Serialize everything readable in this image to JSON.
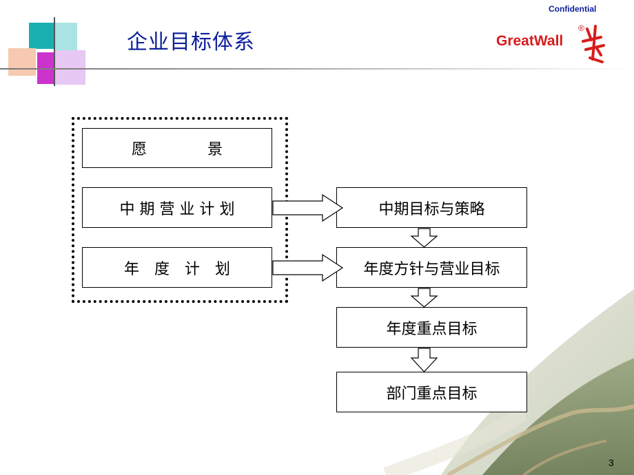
{
  "header": {
    "confidential_label": "Confidential",
    "title": "企业目标体系",
    "logo_text": "GreatWall",
    "logo_registered": "®"
  },
  "diagram": {
    "left_group": {
      "vision": "愿　　　　景",
      "midterm_plan": "中 期 营 业 计 划",
      "annual_plan": "年　度　计　划"
    },
    "right_flow": {
      "midterm_goals": "中期目标与策略",
      "annual_policy": "年度方针与营业目标",
      "annual_key_goals": "年度重点目标",
      "dept_key_goals": "部门重点目标"
    }
  },
  "footer": {
    "page_number": "3"
  },
  "colors": {
    "title": "#0b1f9c",
    "brand_red": "#d81c1c",
    "teal": "#1ab0b0",
    "magenta": "#cc33cc",
    "peach": "#f6c9b0"
  }
}
